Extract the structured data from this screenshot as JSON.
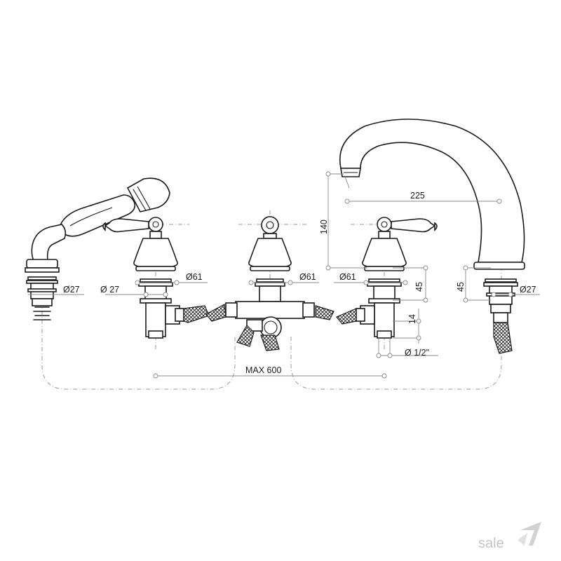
{
  "dimensions": {
    "hand_shower_diameter": "Ø27",
    "left_valve_diameter": "Ø 27",
    "left_valve_escutcheon": "Ø61",
    "diverter_escutcheon": "Ø61",
    "right_valve_escutcheon": "Ø61",
    "right_valve_height": "45",
    "spout_height": "140",
    "spout_reach": "225",
    "spout_base_height": "45",
    "spout_diameter": "Ø27",
    "thread_length": "14",
    "thread_size": "Ø 1/2\"",
    "max_span": "MAX 600"
  },
  "brand": {
    "logo_text": "sale",
    "logo_color": "#c4c4c4"
  },
  "colors": {
    "line": "#1a1a1a",
    "dimension": "#8a8a8a",
    "centerline": "#9a9a9a"
  }
}
